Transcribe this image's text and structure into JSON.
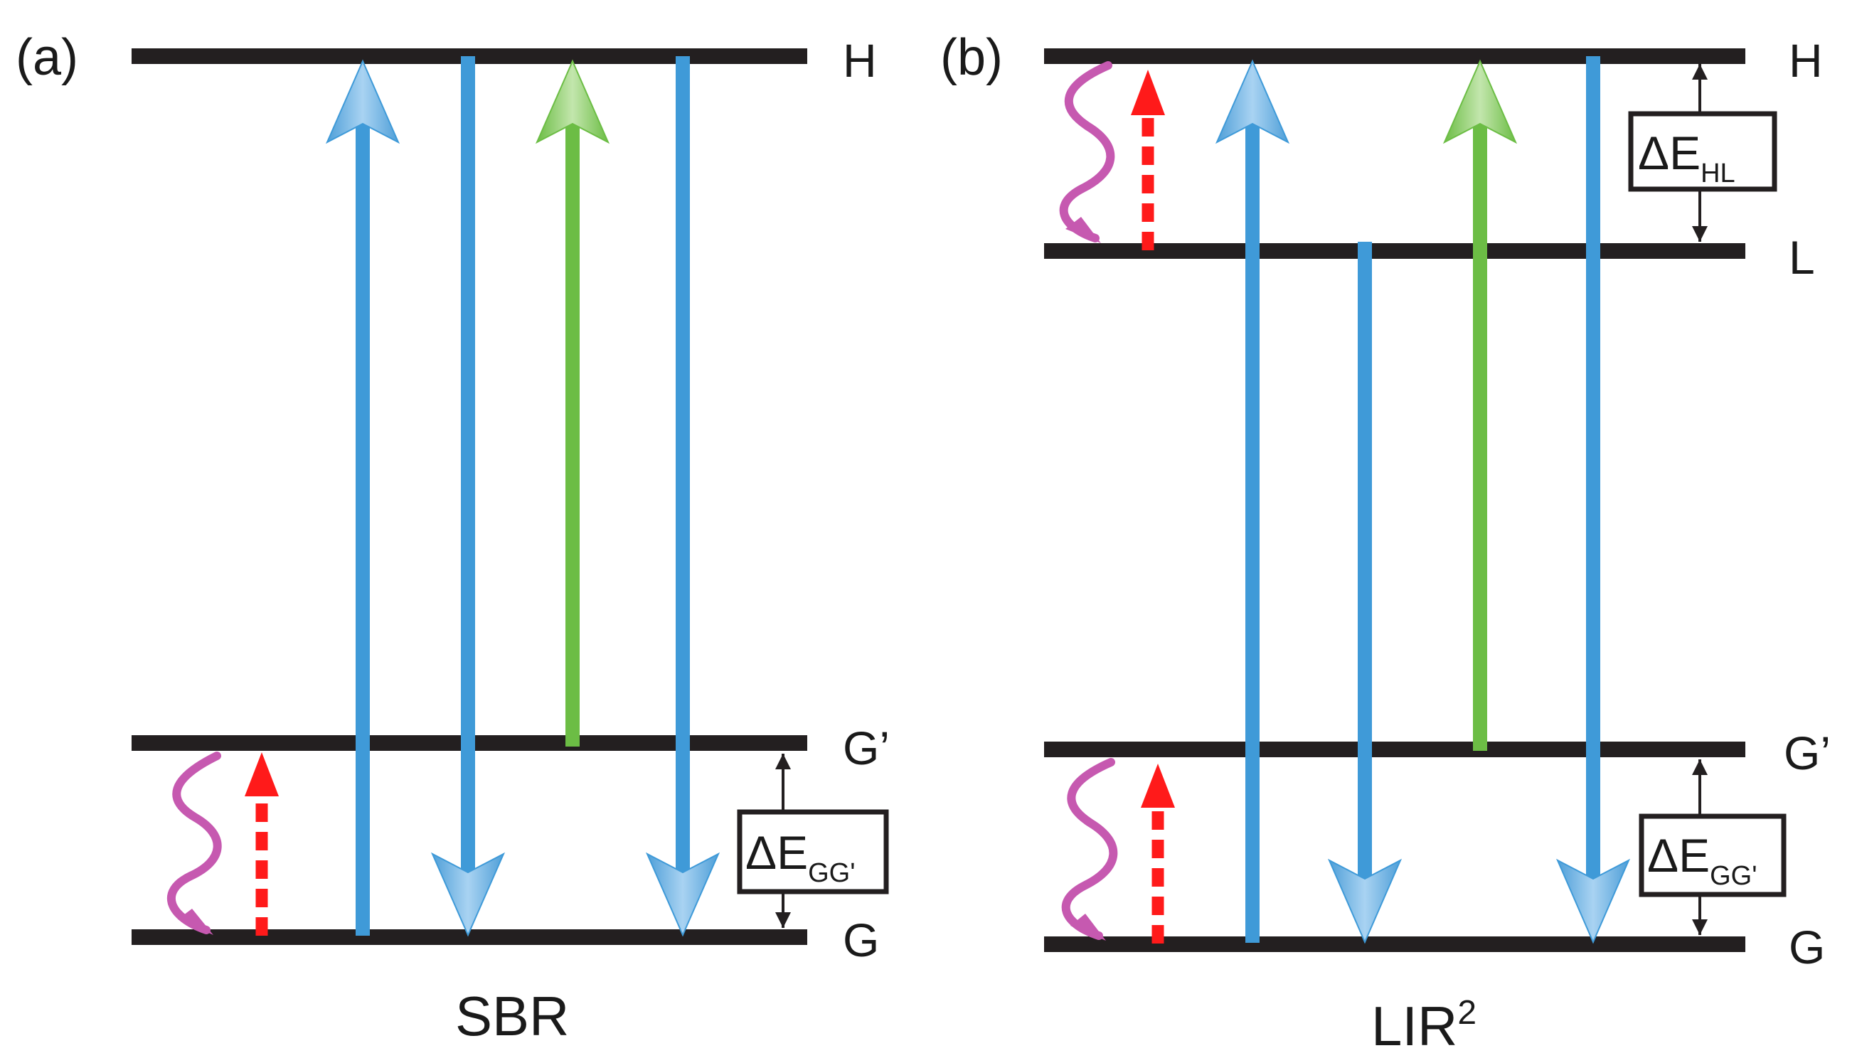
{
  "panels": [
    {
      "tag": "(a)",
      "caption": "SBR",
      "caption_sup": "",
      "levels": {
        "H": "H",
        "G_prime": "G’",
        "G": "G"
      },
      "gaps": [
        {
          "main": "ΔE",
          "sub": "GG'"
        }
      ]
    },
    {
      "tag": "(b)",
      "caption": "LIR",
      "caption_sup": "2",
      "levels": {
        "H": "H",
        "L": "L",
        "G_prime": "G’",
        "G": "G"
      },
      "gaps": [
        {
          "main": "ΔE",
          "sub": "HL"
        },
        {
          "main": "ΔE",
          "sub": "GG'"
        }
      ]
    }
  ],
  "colors": {
    "level_line": "#231f20",
    "blue_arrow": "#3f9ad8",
    "green_arrow": "#6cbd45",
    "red_dashed": "#ff1a1a",
    "wavy_magenta": "#c659b0"
  }
}
